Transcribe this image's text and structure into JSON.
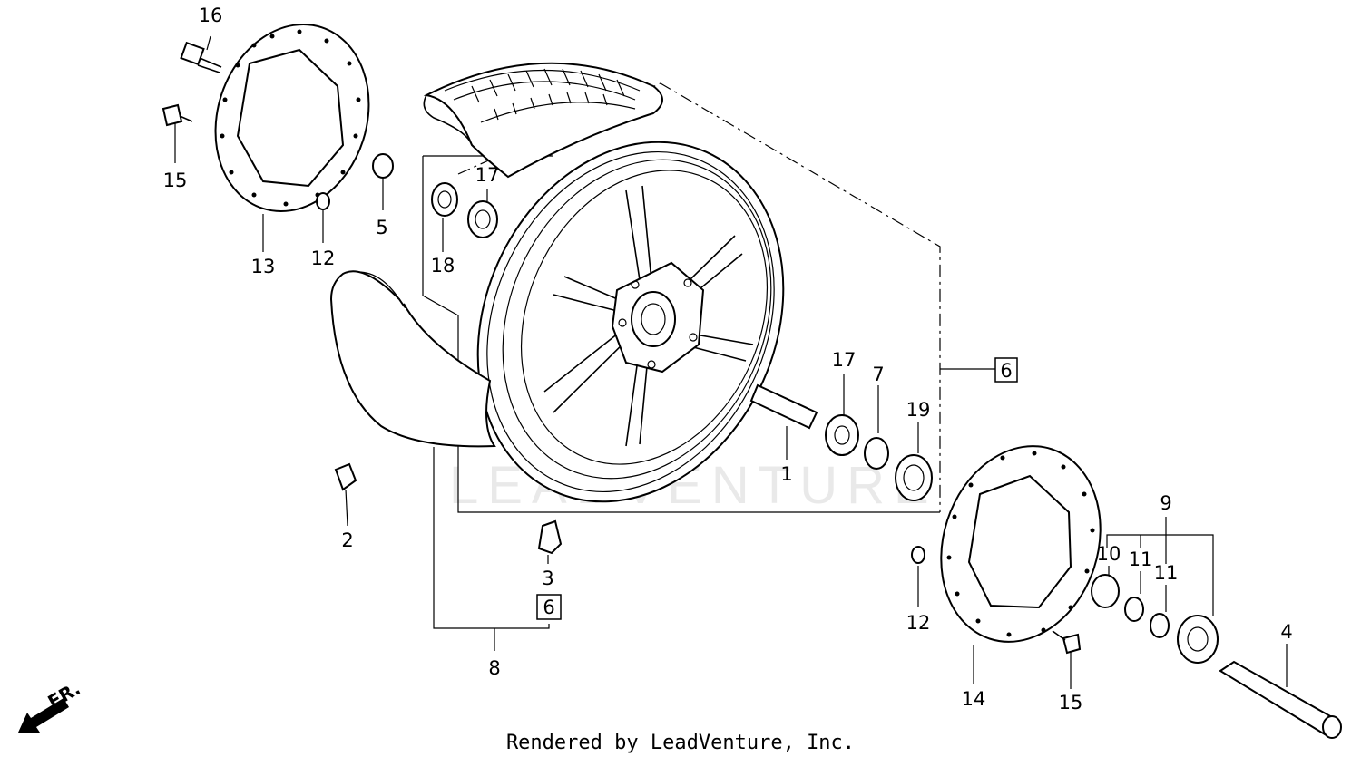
{
  "diagram": {
    "watermark": "LEADVENTURE",
    "footer": "Rendered by LeadVenture, Inc.",
    "direction_label": "FR.",
    "callouts": {
      "c1": "1",
      "c2": "2",
      "c3": "3",
      "c4": "4",
      "c5": "5",
      "c6a": "6",
      "c6b": "6",
      "c7": "7",
      "c8": "8",
      "c9": "9",
      "c10": "10",
      "c11a": "11",
      "c11b": "11",
      "c12a": "12",
      "c12b": "12",
      "c13": "13",
      "c14": "14",
      "c15a": "15",
      "c15b": "15",
      "c16": "16",
      "c17a": "17",
      "c17b": "17",
      "c18": "18",
      "c19": "19"
    }
  }
}
